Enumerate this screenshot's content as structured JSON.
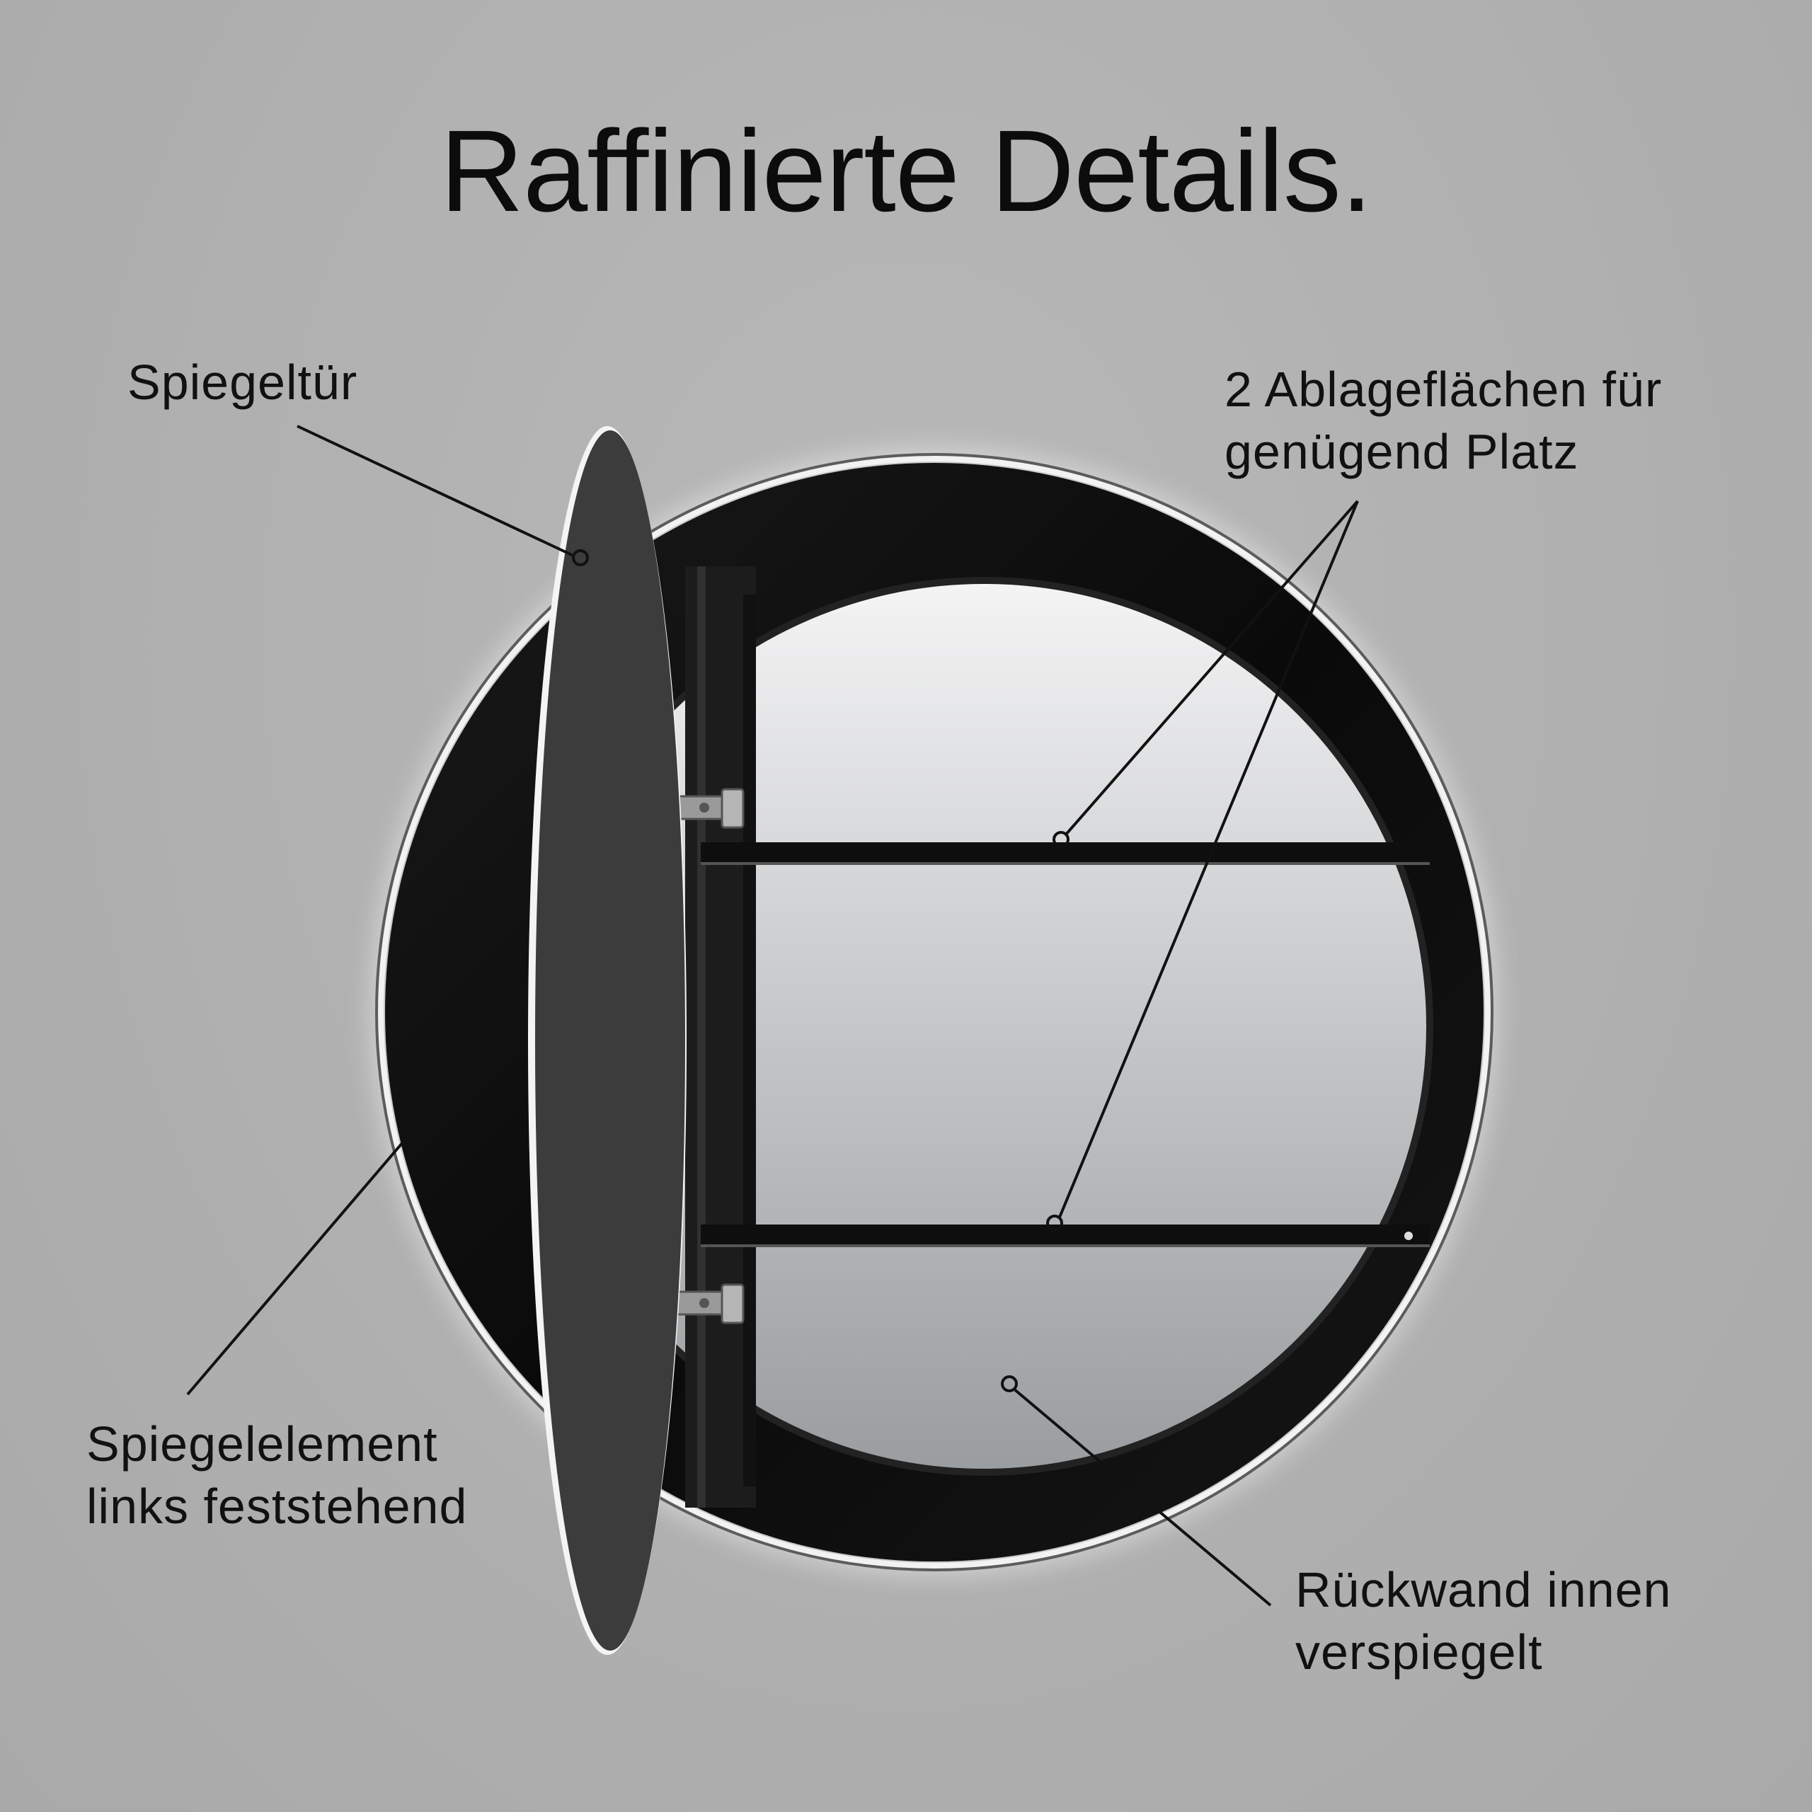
{
  "title": "Raffinierte Details.",
  "labels": {
    "door": {
      "line1": "Spiegeltür"
    },
    "shelves": {
      "line1": "2 Ablageflächen für",
      "line2": "genügend Platz"
    },
    "mirror_element": {
      "line1": "Spiegelelement",
      "line2": "links feststehend"
    },
    "back_wall": {
      "line1": "Rückwand innen",
      "line2": "verspiegelt"
    }
  },
  "colors": {
    "background": "#b0b0b0",
    "frame": "#0d0d0d",
    "door": "#3c3c3c",
    "led_ring": "#ffffff",
    "text": "#111111"
  },
  "icons": {
    "hinge_top": "hinge-icon",
    "hinge_bottom": "hinge-icon"
  }
}
